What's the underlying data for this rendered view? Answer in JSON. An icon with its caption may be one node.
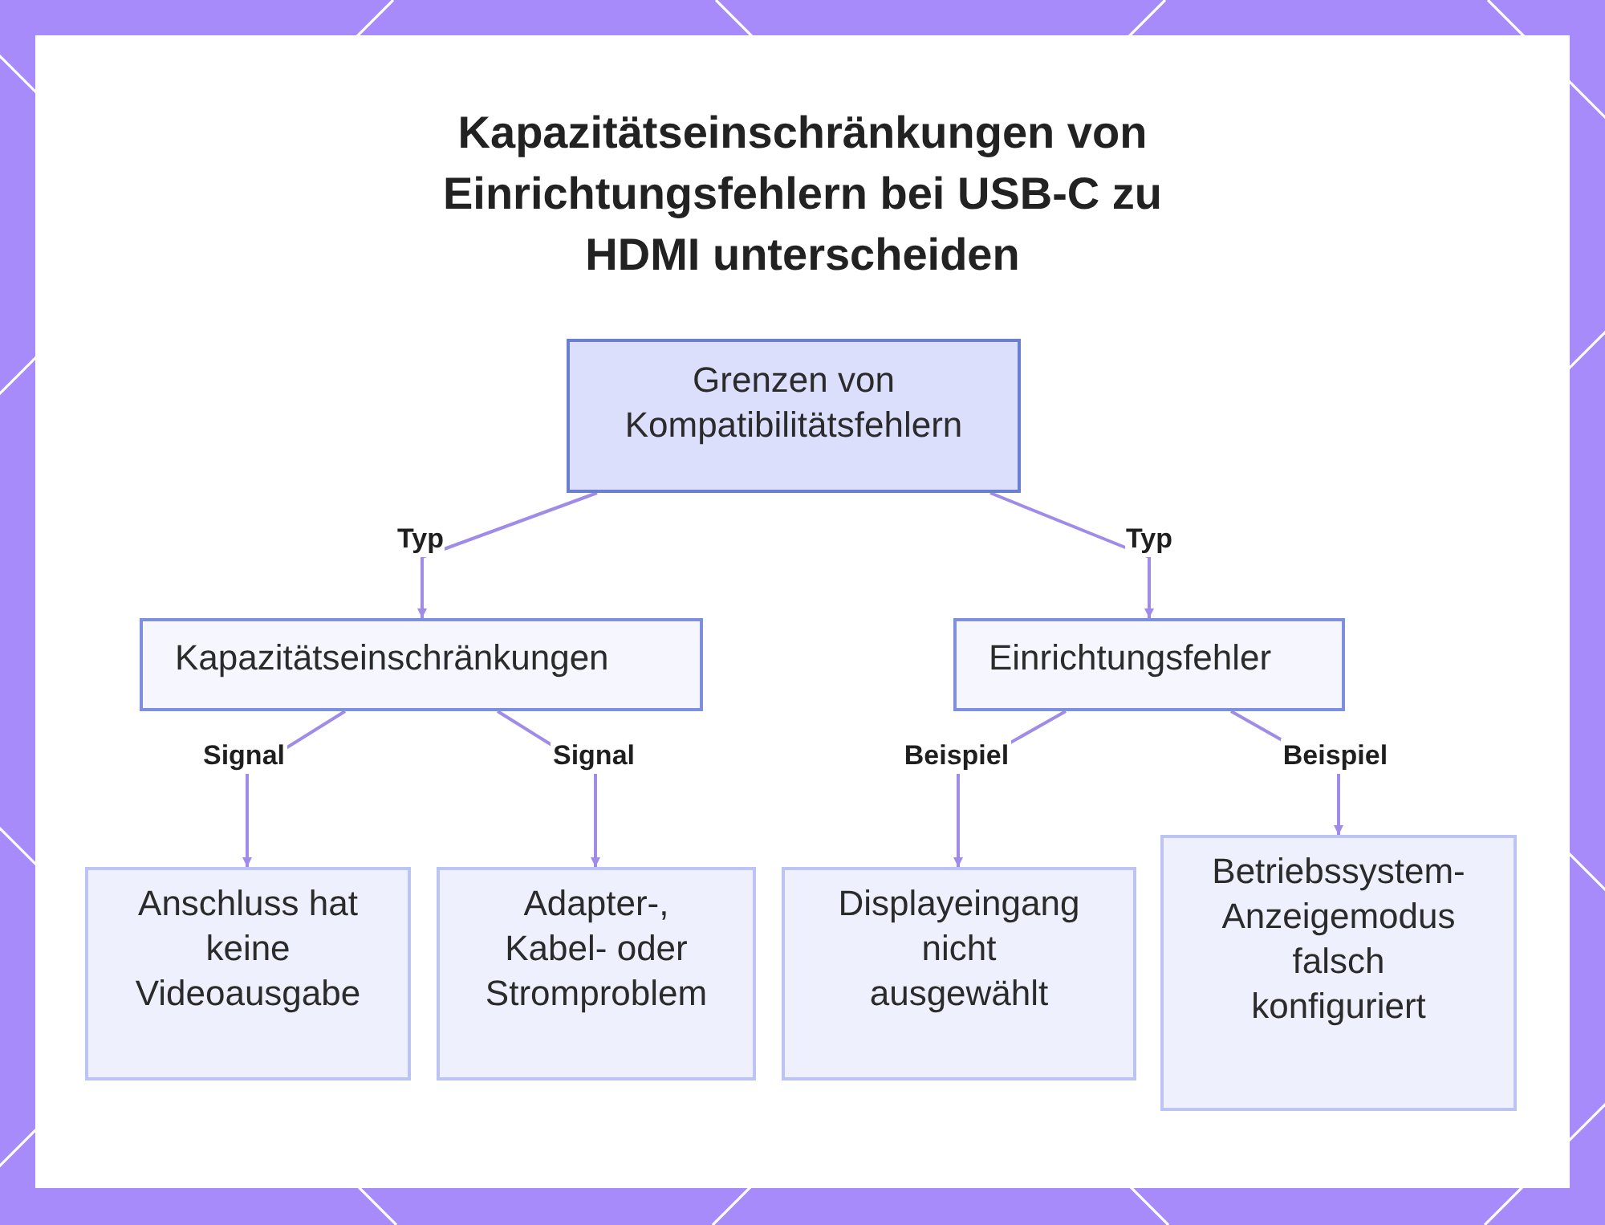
{
  "diagram": {
    "title": "Kapazitätseinschränkungen von Einrichtungsfehlern bei USB-C zu HDMI unterscheiden",
    "nodes": [
      {
        "text": [
          "Grenzen von Kompatibilitätsfehlern"
        ]
      },
      {
        "text": [
          "Kapazitätseinschränkungen"
        ]
      },
      {
        "text": [
          "Einrichtungsfehler"
        ]
      },
      {
        "text": [
          "Anschluss hat keine Videoausgabe"
        ]
      },
      {
        "text": [
          "Adapter-, Kabel- oder Stromproblem"
        ]
      },
      {
        "text": [
          "Displayeingang nicht ausgewählt"
        ]
      },
      {
        "text": [
          "Betriebssystem-Anzeigemodus falsch konfiguriert"
        ]
      }
    ],
    "edges": [
      {
        "from": 0,
        "to": 1,
        "arrow": "to",
        "label": "Typ"
      },
      {
        "from": 0,
        "to": 2,
        "arrow": "to",
        "label": "Typ"
      },
      {
        "from": 1,
        "to": 3,
        "arrow": "to",
        "label": "Signal"
      },
      {
        "from": 1,
        "to": 4,
        "arrow": "to",
        "label": "Signal"
      },
      {
        "from": 2,
        "to": 5,
        "arrow": "to",
        "label": "Beispiel"
      },
      {
        "from": 2,
        "to": 6,
        "arrow": "to",
        "label": "Beispiel"
      }
    ]
  }
}
